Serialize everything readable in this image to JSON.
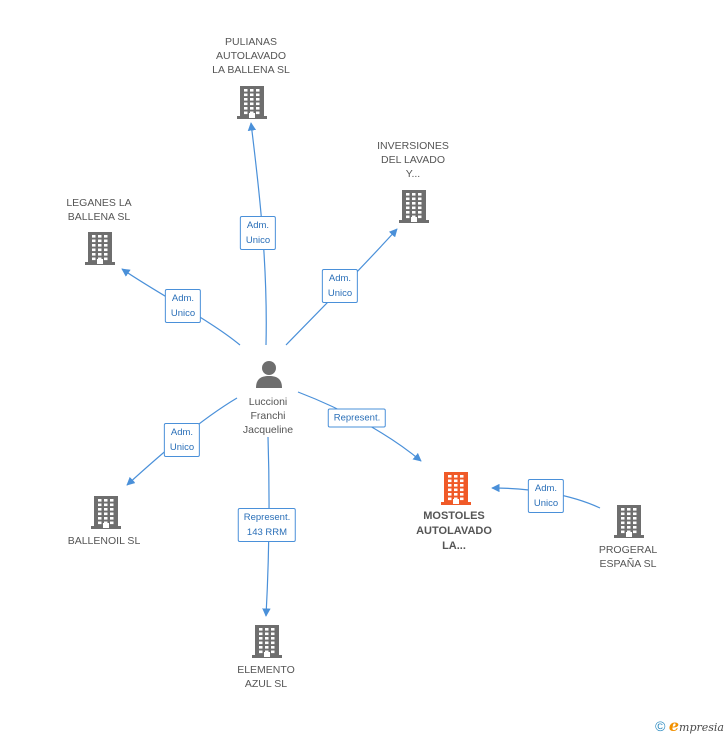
{
  "colors": {
    "edge": "#4a90d9",
    "building": "#6e6e6e",
    "focus_building": "#f05a28",
    "person": "#6e6e6e"
  },
  "center": {
    "name": "Luccioni\nFranchi\nJacqueline",
    "icon": "person-icon"
  },
  "nodes": [
    {
      "id": "pulianas",
      "label": "PULIANAS\nAUTOLAVADO\nLA BALLENA SL",
      "icon": "building-icon"
    },
    {
      "id": "inversiones",
      "label": "INVERSIONES\nDEL LAVADO\nY...",
      "icon": "building-icon"
    },
    {
      "id": "leganes",
      "label": "LEGANES LA\nBALLENA SL",
      "icon": "building-icon"
    },
    {
      "id": "ballenoil",
      "label": "BALLENOIL SL",
      "icon": "building-icon"
    },
    {
      "id": "mostoles",
      "label": "MOSTOLES\nAUTOLAVADO\nLA...",
      "icon": "building-icon",
      "focus": true
    },
    {
      "id": "progeral",
      "label": "PROGERAL\nESPAÑA SL",
      "icon": "building-icon"
    },
    {
      "id": "elemento",
      "label": "ELEMENTO\nAZUL SL",
      "icon": "building-icon"
    }
  ],
  "edges": [
    {
      "from": "center",
      "to": "pulianas",
      "label": "Adm.\nUnico"
    },
    {
      "from": "center",
      "to": "inversiones",
      "label": "Adm.\nUnico"
    },
    {
      "from": "center",
      "to": "leganes",
      "label": "Adm.\nUnico"
    },
    {
      "from": "center",
      "to": "ballenoil",
      "label": "Adm.\nUnico"
    },
    {
      "from": "center",
      "to": "mostoles",
      "label": "Represent."
    },
    {
      "from": "center",
      "to": "elemento",
      "label": "Represent.\n143 RRM"
    },
    {
      "from": "progeral",
      "to": "mostoles",
      "label": "Adm.\nUnico"
    }
  ],
  "footer": {
    "copyright": "©",
    "brand_initial": "e",
    "brand_rest": "mpresia"
  }
}
